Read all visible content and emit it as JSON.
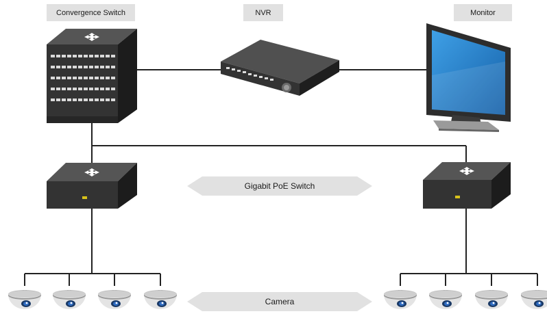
{
  "devices": {
    "convergence_switch": "Convergence Switch",
    "nvr": "NVR",
    "monitor": "Monitor"
  },
  "tiers": {
    "poe_switch": "Gigabit PoE Switch",
    "camera": "Camera"
  },
  "colors": {
    "line": "#222222",
    "device_dark": "#2b2b2b",
    "device_top": "#4a4a4a",
    "label_bg": "#e1e1e1",
    "screen_blue": "#1f78c8",
    "led_yellow": "#d8c21a"
  },
  "icons": {
    "switch_top": "four-way-arrows-icon"
  }
}
